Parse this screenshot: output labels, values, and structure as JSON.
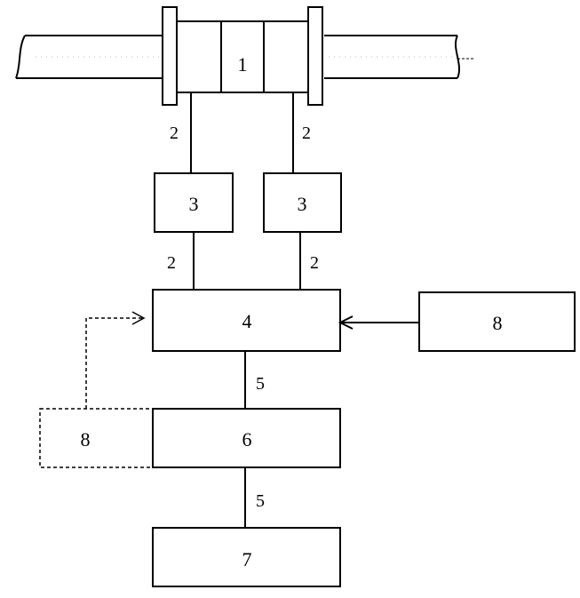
{
  "diagram": {
    "pipe_section": "1",
    "connection_top_left": "2",
    "connection_top_right": "2",
    "sensor_left": "3",
    "sensor_right": "3",
    "connection_mid_left": "2",
    "connection_mid_right": "2",
    "processor": "4",
    "external_input": "8",
    "link_upper": "5",
    "feedback_source": "8",
    "controller": "6",
    "link_lower": "5",
    "output_unit": "7"
  }
}
